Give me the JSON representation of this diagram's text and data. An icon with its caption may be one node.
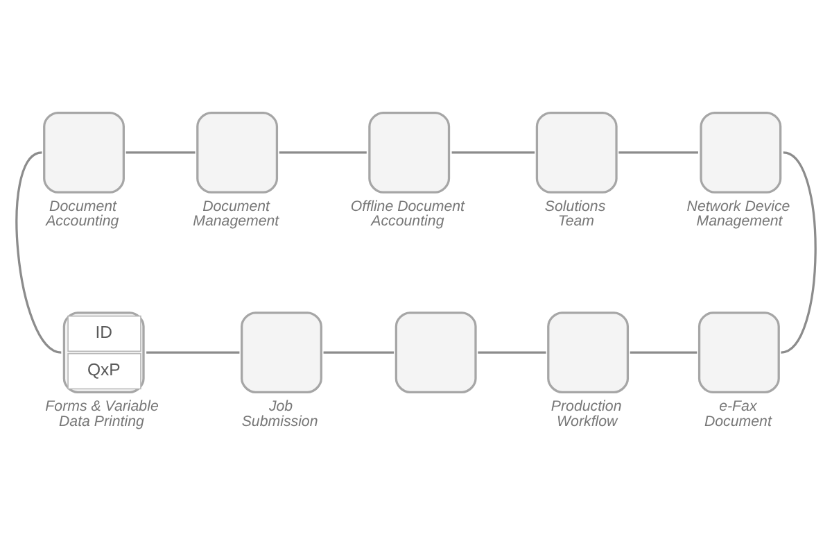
{
  "diagram": {
    "nodes": [
      {
        "text": [
          "Document Accounting"
        ]
      },
      {
        "text": [
          "Document Management"
        ]
      },
      {
        "text": [
          "Offline Document Accounting"
        ]
      },
      {
        "text": [
          "Solutions Team"
        ]
      },
      {
        "text": [
          "Network Device Management"
        ]
      },
      {
        "text": [
          "ID",
          "QxP",
          "Forms & Variable Data Printing"
        ]
      },
      {
        "text": [
          "Job Submission"
        ]
      },
      {
        "text": [],
        "shape": "box"
      },
      {
        "text": [
          "Production Workflow"
        ]
      },
      {
        "text": [
          "e-Fax Document"
        ]
      }
    ],
    "edges": [
      {
        "from": 0,
        "to": 1,
        "arrow": "none"
      },
      {
        "from": 1,
        "to": 2,
        "arrow": "none"
      },
      {
        "from": 2,
        "to": 3,
        "arrow": "none"
      },
      {
        "from": 3,
        "to": 4,
        "arrow": "none"
      },
      {
        "from": 0,
        "to": 5,
        "arrow": "none"
      },
      {
        "from": 4,
        "to": 9,
        "arrow": "none"
      },
      {
        "from": 5,
        "to": 6,
        "arrow": "none"
      },
      {
        "from": 6,
        "to": 7,
        "arrow": "none"
      },
      {
        "from": 7,
        "to": 8,
        "arrow": "none"
      },
      {
        "from": 8,
        "to": 9,
        "arrow": "none"
      }
    ]
  }
}
